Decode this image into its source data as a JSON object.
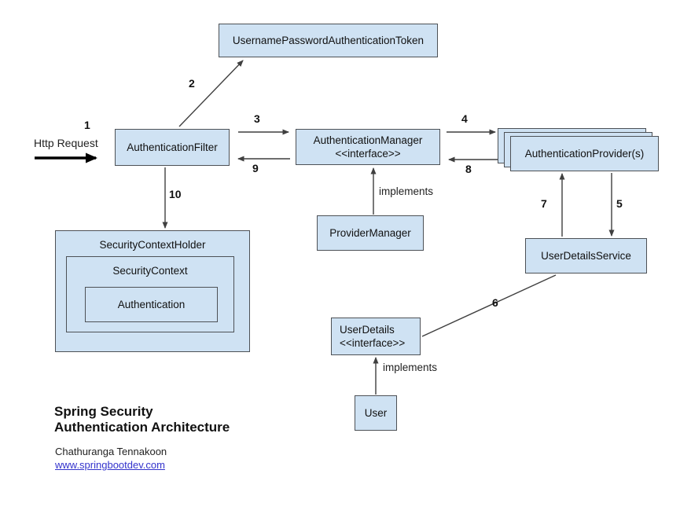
{
  "diagram": {
    "nodes": {
      "token": {
        "label": "UsernamePasswordAuthenticationToken"
      },
      "filter": {
        "label": "AuthenticationFilter"
      },
      "manager": {
        "label": "AuthenticationManager",
        "stereotype": "<<interface>>"
      },
      "providers": {
        "label": "AuthenticationProvider(s)"
      },
      "provider_manager": {
        "label": "ProviderManager"
      },
      "security_context_holder": {
        "label": "SecurityContextHolder"
      },
      "security_context": {
        "label": "SecurityContext"
      },
      "authentication": {
        "label": "Authentication"
      },
      "user_details_service": {
        "label": "UserDetailsService"
      },
      "user_details": {
        "label": "UserDetails",
        "stereotype": "<<interface>>"
      },
      "user": {
        "label": "User"
      }
    },
    "edge_labels": {
      "n1": "1",
      "n2": "2",
      "n3": "3",
      "n4": "4",
      "n5": "5",
      "n6": "6",
      "n7": "7",
      "n8": "8",
      "n9": "9",
      "n10": "10"
    },
    "annotations": {
      "http_request": "Http Request",
      "implements_top": "implements",
      "implements_bottom": "implements"
    },
    "footer": {
      "title_line1": "Spring Security",
      "title_line2": "Authentication Architecture",
      "author": "Chathuranga Tennakoon",
      "website": "www.springbootdev.com"
    },
    "colors": {
      "node_fill": "#cfe2f3",
      "node_border": "#4d5156",
      "arrow": "#3f3f3f",
      "link": "#3333cc"
    }
  }
}
